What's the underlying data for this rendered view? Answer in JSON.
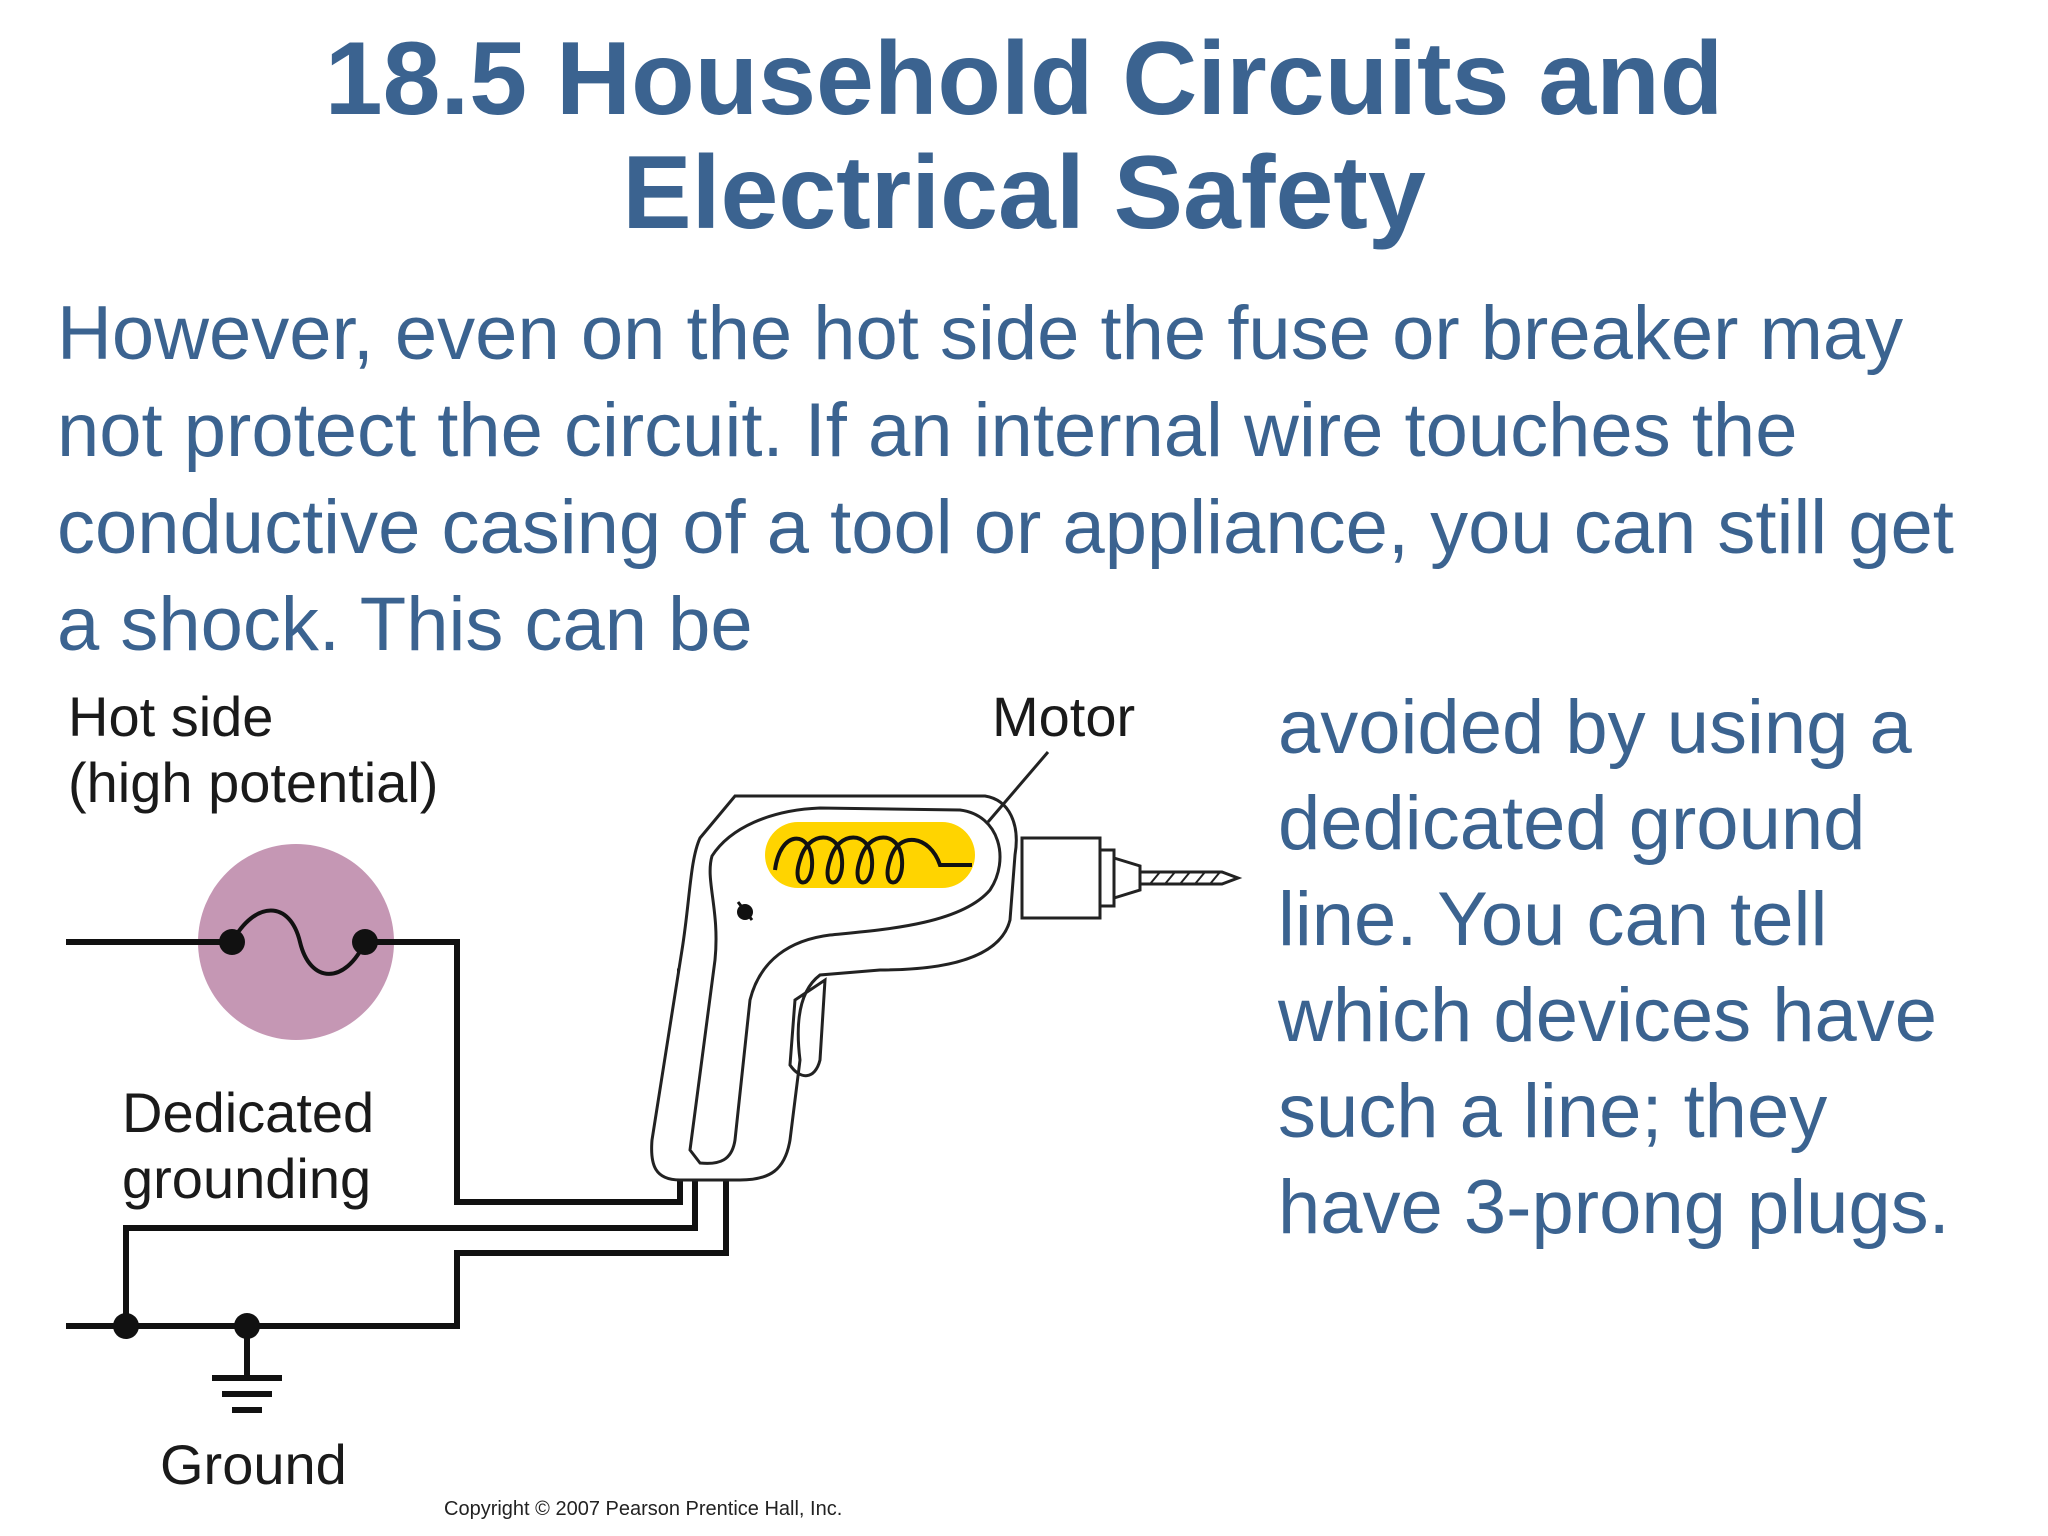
{
  "title": {
    "line1": "18.5 Household Circuits and",
    "line2": "Electrical Safety"
  },
  "body_text": "However, even on the hot side the fuse or breaker may not protect the circuit. If an internal wire touches the conductive casing of a tool or appliance, you can still get a shock. This can be",
  "side_text": {
    "lines": [
      "avoided by using a",
      "dedicated ground",
      "line. You can tell",
      "which devices have",
      "such a line; they",
      "have 3-prong plugs."
    ]
  },
  "figure": {
    "labels": {
      "hot_side_line1": "Hot side",
      "hot_side_line2": "(high potential)",
      "motor": "Motor",
      "grounding_line1": "Dedicated",
      "grounding_line2": "grounding",
      "ground": "Ground"
    },
    "copyright": "Copyright © 2007 Pearson Prentice Hall, Inc.",
    "colors": {
      "source_circle": "#c597b4",
      "motor_coil_fill": "#ffd400",
      "wire": "#111111"
    }
  }
}
